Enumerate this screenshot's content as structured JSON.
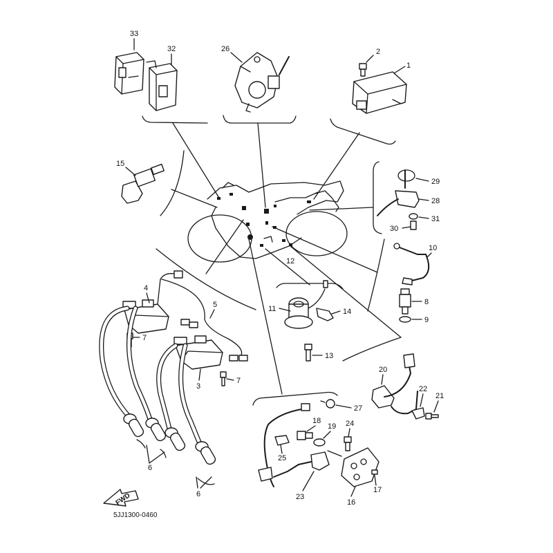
{
  "diagram": {
    "code": "5JJ1300-0460",
    "fwd_label": "FWD",
    "part_numbers": {
      "p1": "1",
      "p2": "2",
      "p3": "3",
      "p4": "4",
      "p5": "5",
      "p6a": "6",
      "p6b": "6",
      "p7a": "7",
      "p7b": "7",
      "p8": "8",
      "p9": "9",
      "p10": "10",
      "p11": "11",
      "p12": "12",
      "p13": "13",
      "p14": "14",
      "p15": "15",
      "p16": "16",
      "p17": "17",
      "p18": "18",
      "p19": "19",
      "p20": "20",
      "p21": "21",
      "p22": "22",
      "p23": "23",
      "p24": "24",
      "p25": "25",
      "p26": "26",
      "p27": "27",
      "p28": "28",
      "p29": "29",
      "p30": "30",
      "p31": "31",
      "p32": "32",
      "p33": "33"
    }
  }
}
